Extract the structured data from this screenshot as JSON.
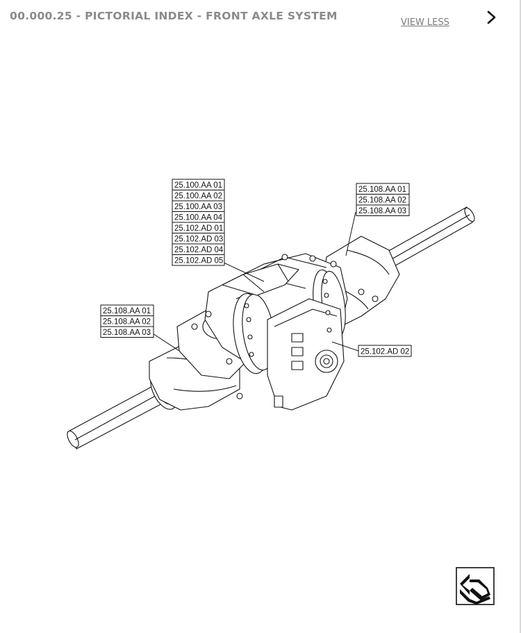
{
  "header": {
    "title": "00.000.25 - PICTORIAL INDEX - FRONT AXLE SYSTEM",
    "view_less_label": "VIEW LESS",
    "next_icon": "chevron-right-icon"
  },
  "callouts": {
    "top_center": [
      "25.100.AA 01",
      "25.100.AA 02",
      "25.100.AA 03",
      "25.100.AA 04",
      "25.102.AD 01",
      "25.102.AD 03",
      "25.102.AD 04",
      "25.102.AD 05"
    ],
    "top_right": [
      "25.108.AA 01",
      "25.108.AA 02",
      "25.108.AA 03"
    ],
    "left": [
      "25.108.AA 01",
      "25.108.AA 02",
      "25.108.AA 03"
    ],
    "right": [
      "25.102.AD 02"
    ]
  },
  "footer": {
    "nav_icon": "arrow-return-icon"
  },
  "colors": {
    "title": "#8a8a8a",
    "link": "#7a7a7a",
    "line": "#111111"
  }
}
